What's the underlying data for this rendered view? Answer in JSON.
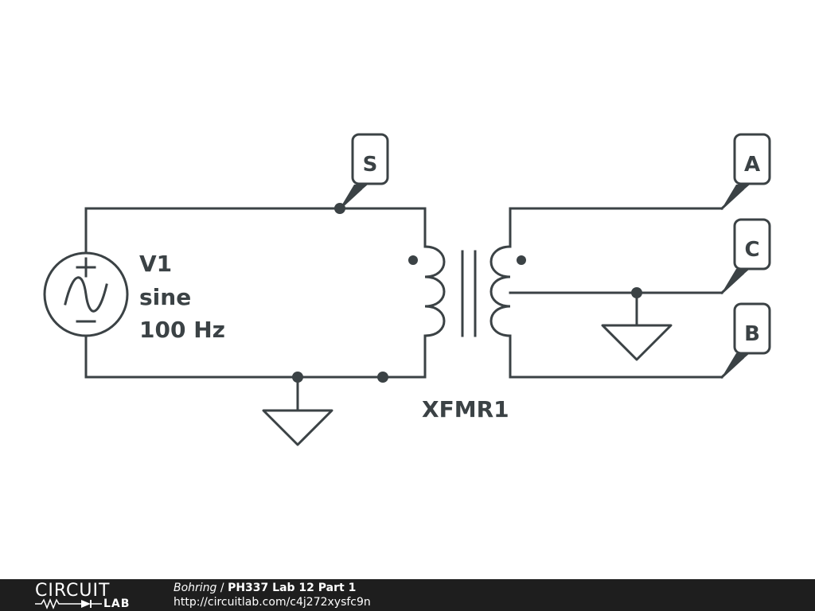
{
  "schematic": {
    "source": {
      "name": "V1",
      "type": "sine",
      "frequency": "100 Hz",
      "icon": "ac-sine-source-icon"
    },
    "transformer": {
      "name": "XFMR1",
      "icon": "center-tapped-transformer-icon"
    },
    "net_labels": {
      "s": "S",
      "a": "A",
      "b": "B",
      "c": "C"
    },
    "grounds": [
      "ground-icon",
      "ground-icon"
    ],
    "colors": {
      "wire": "#3b4245",
      "background": "#ffffff"
    }
  },
  "footer": {
    "logo_top": "CIRCUIT",
    "logo_bottom": "LAB",
    "author": "Bohring",
    "separator": " / ",
    "title": "PH337 Lab 12 Part 1",
    "url": "http://circuitlab.com/c4j272xysfc9n",
    "background": "#1e1e1e"
  }
}
